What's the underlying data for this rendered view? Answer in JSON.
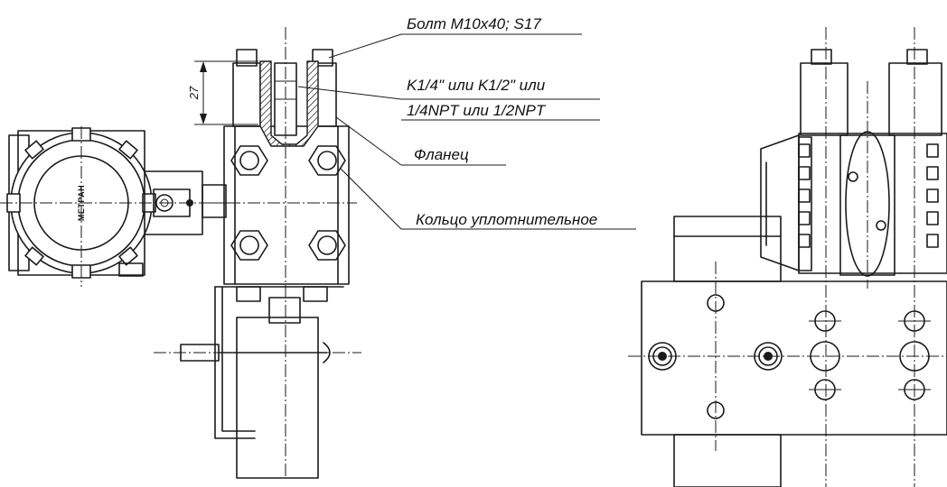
{
  "callouts": {
    "bolt": "Болт М10х40; S17",
    "thread_line1": "K1/4\" или K1/2\" или",
    "thread_line2": "1/4NPT или 1/2NPT",
    "flange": "Фланец",
    "seal_ring": "Кольцо уплотнительное"
  },
  "dimension": {
    "value": "27"
  },
  "housing": {
    "brand_label": "МЕТРАН"
  },
  "colors": {
    "line": "#1a1a1a",
    "background": "#ffffff"
  }
}
